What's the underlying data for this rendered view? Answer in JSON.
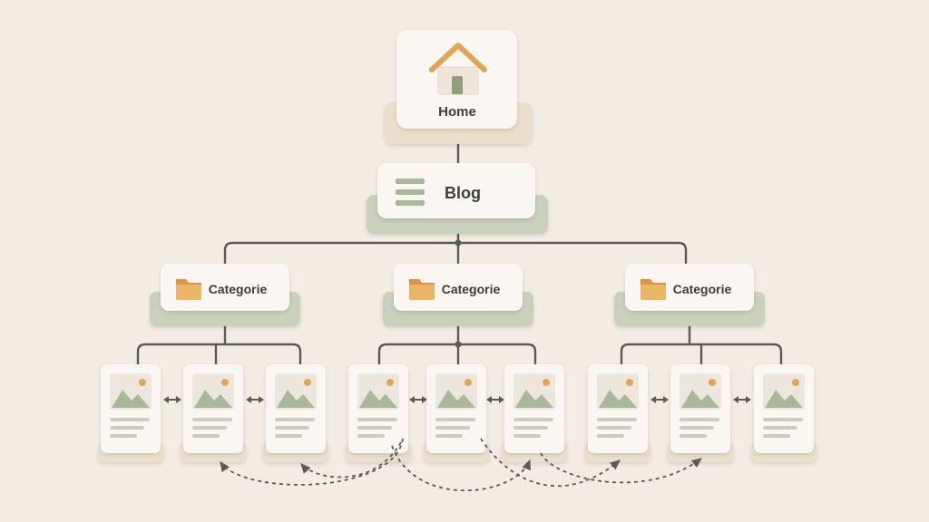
{
  "colors": {
    "background": "#f3ece3",
    "card": "#faf7f2",
    "sage": "#a9b79b",
    "sage_base": "#c9d0bc",
    "cream_base": "#eadfcc",
    "connector": "#5a5a57",
    "accent_orange": "#e0a555",
    "text": "#3d3d3a"
  },
  "home": {
    "label": "Home",
    "icon": "house-icon"
  },
  "blog": {
    "label": "Blog",
    "icon": "list-icon"
  },
  "categories": [
    {
      "label": "Categorie",
      "icon": "folder-icon"
    },
    {
      "label": "Categorie",
      "icon": "folder-icon"
    },
    {
      "label": "Categorie",
      "icon": "folder-icon"
    }
  ],
  "posts_per_category": 3,
  "post_icon": "image-placeholder-icon",
  "sibling_link_icon": "double-arrow-icon",
  "cross_links": "dashed-curved-arrows"
}
